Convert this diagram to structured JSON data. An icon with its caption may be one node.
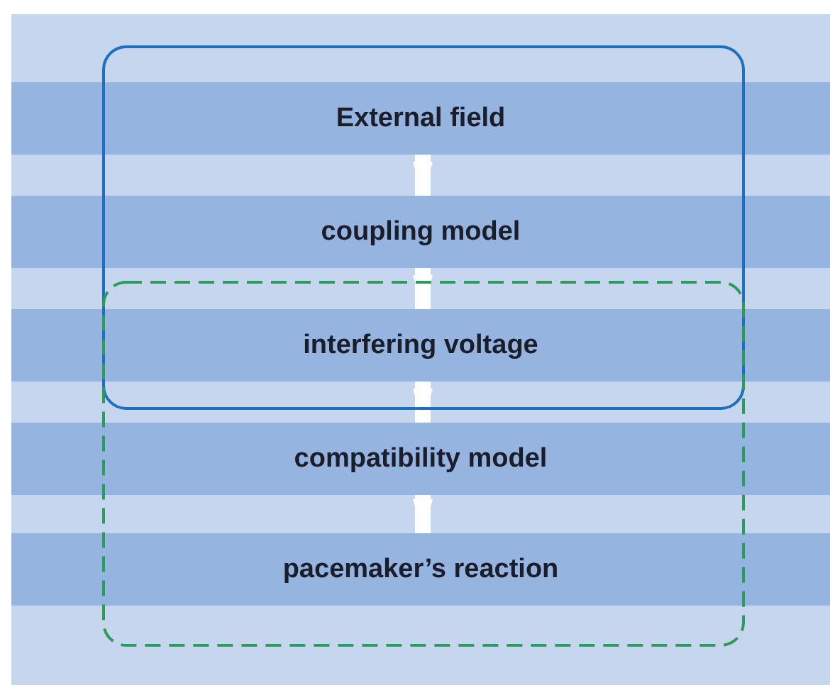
{
  "diagram": {
    "nodes": [
      {
        "text": [
          "External field"
        ]
      },
      {
        "text": [
          "coupling model"
        ]
      },
      {
        "text": [
          "interfering voltage"
        ]
      },
      {
        "text": [
          "compatibility model"
        ]
      },
      {
        "text": [
          "pacemaker’s reaction"
        ]
      }
    ],
    "edges": [
      {
        "from": 0,
        "to": 1,
        "arrow": "to"
      },
      {
        "from": 1,
        "to": 2,
        "arrow": "to"
      },
      {
        "from": 2,
        "to": 3,
        "arrow": "to"
      },
      {
        "from": 3,
        "to": 4,
        "arrow": "to"
      }
    ]
  }
}
